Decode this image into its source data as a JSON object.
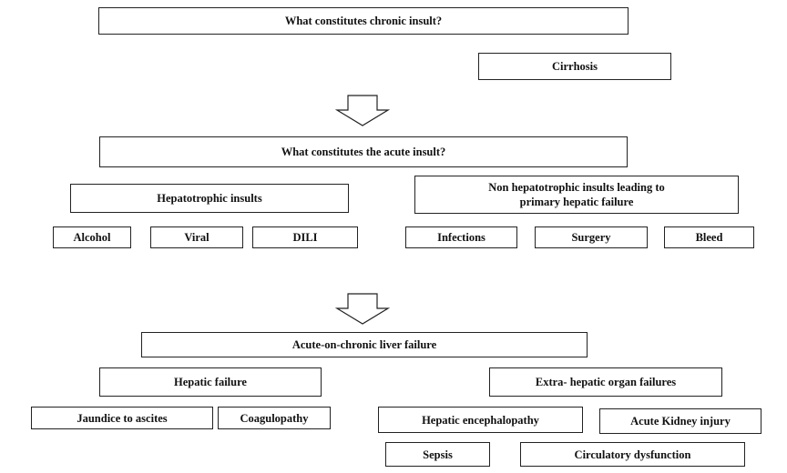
{
  "chronic": {
    "question": "What constitutes chronic insult?",
    "cirrhosis": "Cirrhosis"
  },
  "acute": {
    "question": "What constitutes the acute insult?",
    "hepatotrophic": {
      "title": "Hepatotrophic insults",
      "items": [
        "Alcohol",
        "Viral",
        "DILI"
      ]
    },
    "non_hepatotrophic": {
      "title_line1": "Non hepatotrophic insults leading to",
      "title_line2": "primary hepatic failure",
      "items": [
        "Infections",
        "Surgery",
        "Bleed"
      ]
    }
  },
  "aclf": {
    "title": "Acute-on-chronic liver failure",
    "hepatic_failure": {
      "title": "Hepatic failure",
      "items": [
        "Jaundice to ascites",
        "Coagulopathy"
      ]
    },
    "extra_hepatic": {
      "title": "Extra- hepatic organ failures",
      "items": [
        "Hepatic encephalopathy",
        "Acute Kidney injury",
        "Sepsis",
        "Circulatory dysfunction"
      ]
    }
  }
}
